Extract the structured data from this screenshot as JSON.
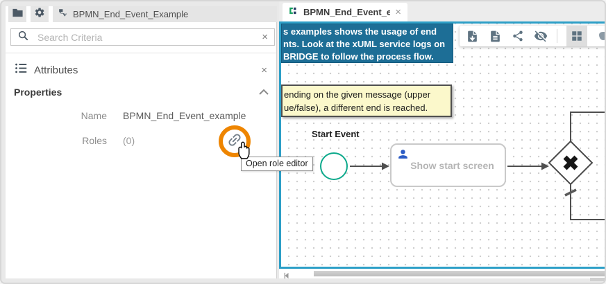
{
  "colors": {
    "accent_teal": "#2d9fc7",
    "note_blue": "#1d6e96",
    "note_yellow": "#fbf8cb",
    "highlight_orange": "#ee8500",
    "start_event_green": "#0ca98b",
    "person_blue": "#2c5cc5",
    "icon_slate": "#5f7381"
  },
  "left_panel": {
    "top_bar": {
      "model_tab": {
        "label": "BPMN_End_Event_Example"
      }
    },
    "search": {
      "placeholder": "Search Criteria",
      "clear_glyph": "×"
    },
    "attributes": {
      "title": "Attributes",
      "close_glyph": "×"
    },
    "properties": {
      "title": "Properties",
      "fields": [
        {
          "label": "Name",
          "value": "BPMN_End_Event_example"
        },
        {
          "label": "Roles",
          "value": "(0)"
        }
      ]
    },
    "tooltip": {
      "text": "Open role editor"
    }
  },
  "editor": {
    "tab": {
      "label": "BPMN_End_Event_ex...",
      "close_glyph": "×"
    },
    "blue_note": {
      "lines": [
        "s examples shows the usage of end",
        "nts. Look at the xUML service logs on",
        "BRIDGE to follow the process flow."
      ]
    },
    "yellow_note": {
      "lines": [
        "ending on the given message (upper",
        "ue/false), a different end is reached."
      ]
    },
    "diagram": {
      "start_event_label": "Start Event",
      "task_label": "Show start screen"
    }
  }
}
